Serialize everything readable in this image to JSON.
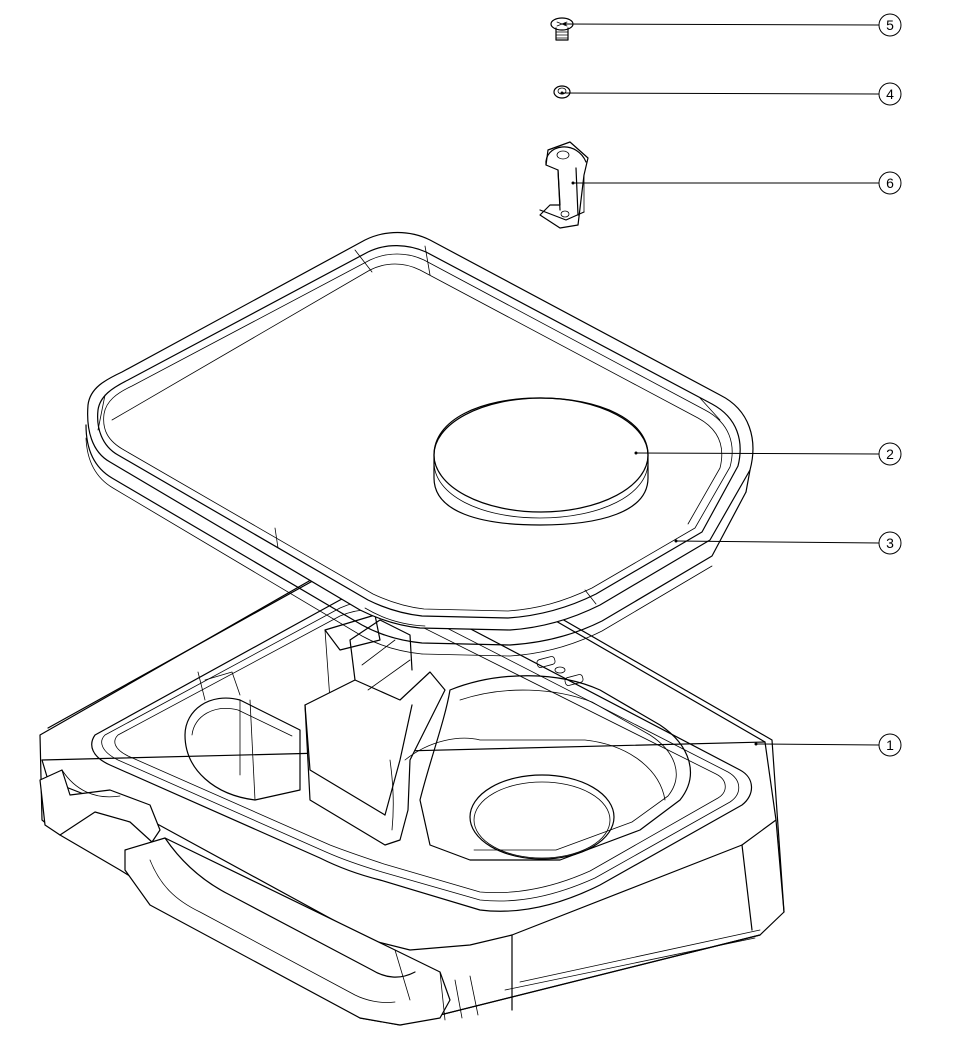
{
  "callouts": [
    {
      "id": "5",
      "label": "5",
      "part": "screw"
    },
    {
      "id": "4",
      "label": "4",
      "part": "washer"
    },
    {
      "id": "6",
      "label": "6",
      "part": "bracket"
    },
    {
      "id": "2",
      "label": "2",
      "part": "disc"
    },
    {
      "id": "3",
      "label": "3",
      "part": "gasket-frame"
    },
    {
      "id": "1",
      "label": "1",
      "part": "base-tray"
    }
  ]
}
